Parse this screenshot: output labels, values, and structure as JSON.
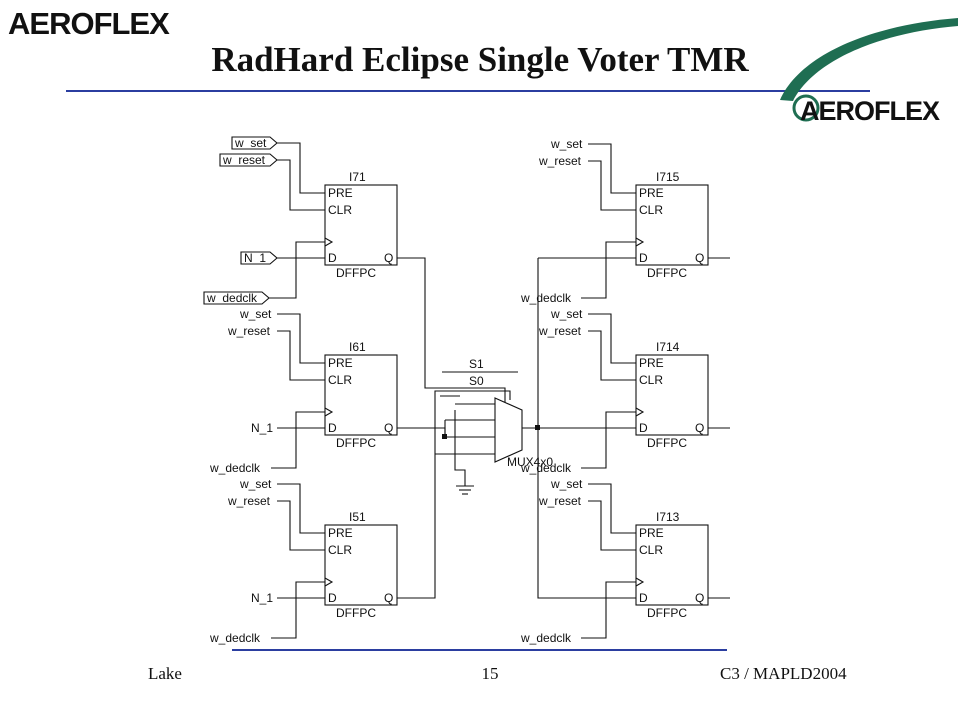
{
  "header": {
    "logo_text": "AEROFLEX",
    "title": "RadHard Eclipse Single Voter TMR",
    "right_logo_text": "AEROFLEX"
  },
  "footer": {
    "left": "Lake",
    "center": "15",
    "right": "C3 / MAPLD2004"
  },
  "colors": {
    "accent_blue": "#2b3ea0",
    "swoosh_green": "#1f6e52",
    "line": "#111111"
  },
  "diagram": {
    "flops_left": [
      {
        "instance": "I71",
        "cell": "DFFPC",
        "pins": {
          "pre": "PRE",
          "clr": "CLR",
          "d": "D",
          "q": "Q"
        },
        "set": "w_set",
        "reset": "w_reset",
        "data": "N_1",
        "clock": "w_dedclk"
      },
      {
        "instance": "I61",
        "cell": "DFFPC",
        "pins": {
          "pre": "PRE",
          "clr": "CLR",
          "d": "D",
          "q": "Q"
        },
        "set": "w_set",
        "reset": "w_reset",
        "data": "N_1",
        "clock": "w_dedclk"
      },
      {
        "instance": "I51",
        "cell": "DFFPC",
        "pins": {
          "pre": "PRE",
          "clr": "CLR",
          "d": "D",
          "q": "Q"
        },
        "set": "w_set",
        "reset": "w_reset",
        "data": "N_1",
        "clock": "w_dedclk"
      }
    ],
    "flops_right": [
      {
        "instance": "I715",
        "cell": "DFFPC",
        "pins": {
          "pre": "PRE",
          "clr": "CLR",
          "d": "D",
          "q": "Q"
        },
        "set": "w_set",
        "reset": "w_reset",
        "clock": "w_dedclk"
      },
      {
        "instance": "I714",
        "cell": "DFFPC",
        "pins": {
          "pre": "PRE",
          "clr": "CLR",
          "d": "D",
          "q": "Q"
        },
        "set": "w_set",
        "reset": "w_reset",
        "clock": "w_dedclk"
      },
      {
        "instance": "I713",
        "cell": "DFFPC",
        "pins": {
          "pre": "PRE",
          "clr": "CLR",
          "d": "D",
          "q": "Q"
        },
        "set": "w_set",
        "reset": "w_reset",
        "clock": "w_dedclk"
      }
    ],
    "mux": {
      "name": "MUX4x0",
      "s1": "S1",
      "s0": "S0"
    }
  }
}
